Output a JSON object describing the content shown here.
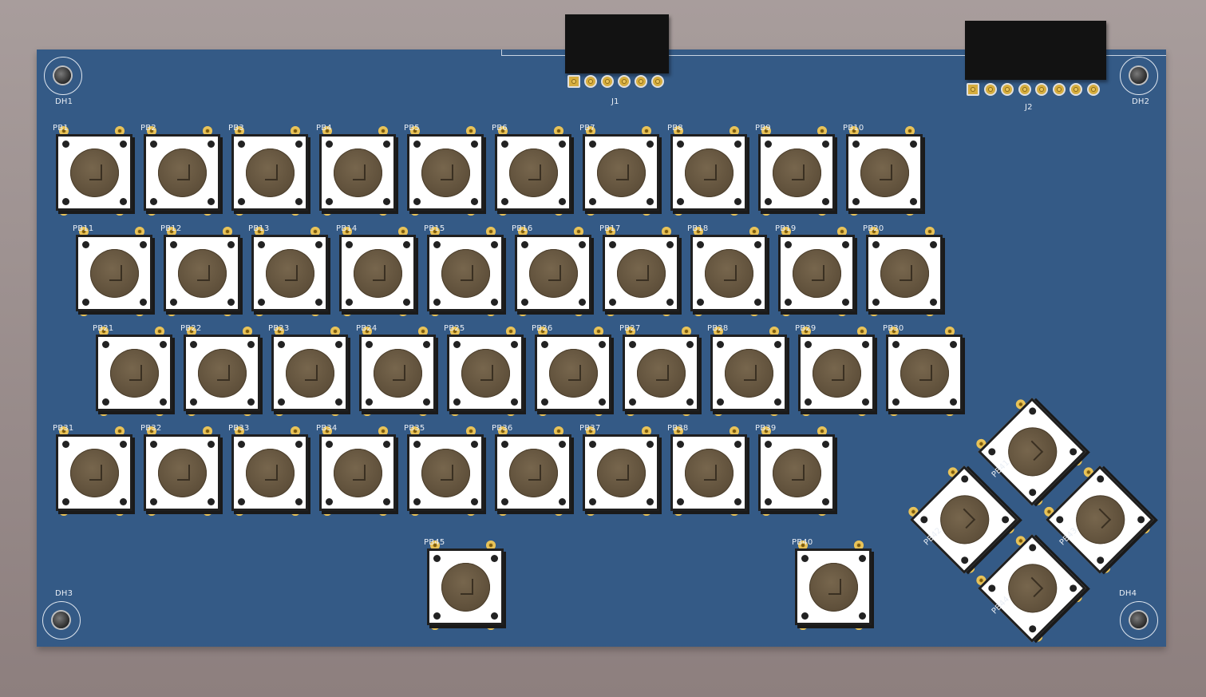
{
  "board": {
    "mounting_holes": [
      "DH1",
      "DH2",
      "DH3",
      "DH4"
    ],
    "connectors": [
      {
        "designator": "J1",
        "pins": 6
      },
      {
        "designator": "J2",
        "pins": 8
      }
    ],
    "buttons": [
      "PB1",
      "PB2",
      "PB3",
      "PB4",
      "PB5",
      "PB6",
      "PB7",
      "PB8",
      "PB9",
      "PB10",
      "PB11",
      "PB12",
      "PB13",
      "PB14",
      "PB15",
      "PB16",
      "PB17",
      "PB18",
      "PB19",
      "PB20",
      "PB21",
      "PB22",
      "PB23",
      "PB24",
      "PB25",
      "PB26",
      "PB27",
      "PB28",
      "PB29",
      "PB30",
      "PB31",
      "PB32",
      "PB33",
      "PB34",
      "PB35",
      "PB36",
      "PB37",
      "PB38",
      "PB39",
      "PB45",
      "PB40",
      "PB41",
      "PB42",
      "PB43",
      "PB44"
    ]
  }
}
